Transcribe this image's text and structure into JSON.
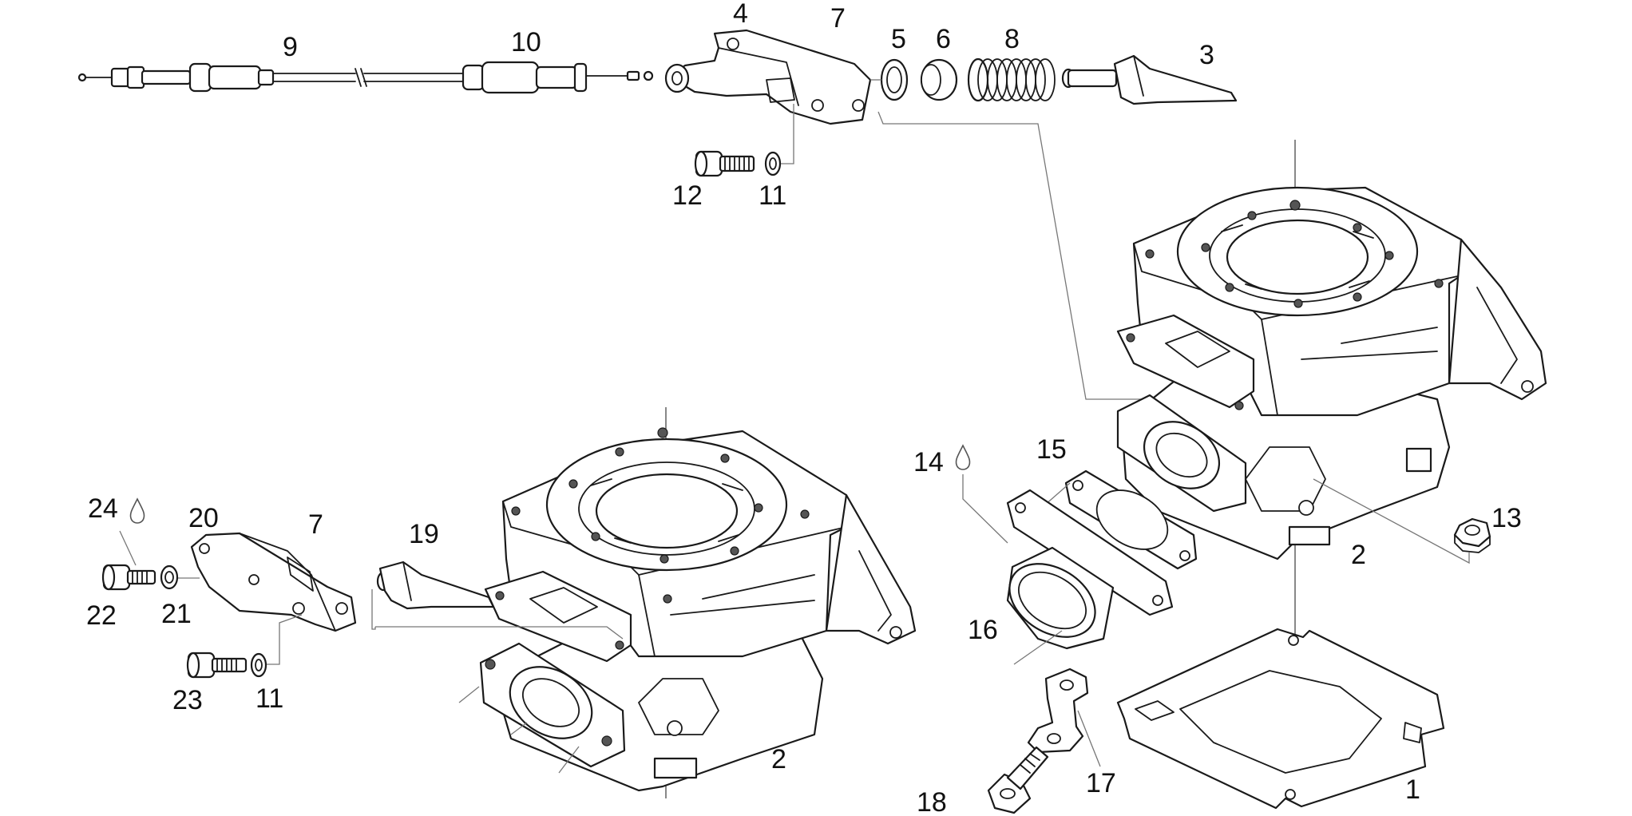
{
  "callouts": [
    {
      "id": "c1",
      "label": "1"
    },
    {
      "id": "c2a",
      "label": "2"
    },
    {
      "id": "c2b",
      "label": "2"
    },
    {
      "id": "c3",
      "label": "3"
    },
    {
      "id": "c4",
      "label": "4"
    },
    {
      "id": "c5",
      "label": "5"
    },
    {
      "id": "c6",
      "label": "6"
    },
    {
      "id": "c7a",
      "label": "7"
    },
    {
      "id": "c7b",
      "label": "7"
    },
    {
      "id": "c8",
      "label": "8"
    },
    {
      "id": "c9",
      "label": "9"
    },
    {
      "id": "c10",
      "label": "10"
    },
    {
      "id": "c11a",
      "label": "11"
    },
    {
      "id": "c11b",
      "label": "11"
    },
    {
      "id": "c12",
      "label": "12"
    },
    {
      "id": "c13",
      "label": "13"
    },
    {
      "id": "c14",
      "label": "14"
    },
    {
      "id": "c15",
      "label": "15"
    },
    {
      "id": "c16",
      "label": "16"
    },
    {
      "id": "c17",
      "label": "17"
    },
    {
      "id": "c18",
      "label": "18"
    },
    {
      "id": "c19",
      "label": "19"
    },
    {
      "id": "c20",
      "label": "20"
    },
    {
      "id": "c21",
      "label": "21"
    },
    {
      "id": "c22",
      "label": "22"
    },
    {
      "id": "c23",
      "label": "23"
    },
    {
      "id": "c24",
      "label": "24"
    }
  ],
  "icons": {
    "sealant_drop": "drop-icon"
  },
  "colors": {
    "line": "#1a1a1a",
    "leader": "#777777",
    "background": "#ffffff"
  }
}
